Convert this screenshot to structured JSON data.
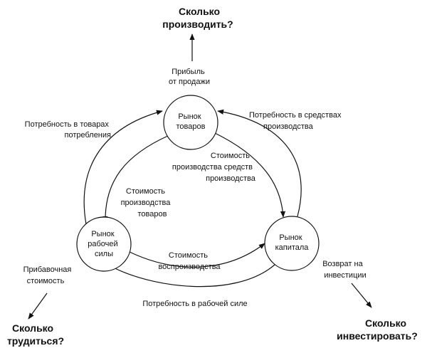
{
  "nodes": {
    "goods": [
      "Рынок",
      "товаров"
    ],
    "labor": [
      "Рынок",
      "рабочей",
      "силы"
    ],
    "capital": [
      "Рынок",
      "капитала"
    ]
  },
  "questions": {
    "produce": [
      "Сколько",
      "производить?"
    ],
    "work": [
      "Сколько",
      "трудиться?"
    ],
    "invest": [
      "Сколько",
      "инвестировать?"
    ]
  },
  "labels": {
    "profit": [
      "Прибыль",
      "от продажи"
    ],
    "consumer_need": [
      "Потребность в товарах",
      "потребления"
    ],
    "means_need": [
      "Потребность в средствах",
      "производства"
    ],
    "means_cost": [
      "Стоимость",
      "производства средств",
      "производства"
    ],
    "goods_cost": [
      "Стоимость",
      "производства",
      "товаров"
    ],
    "reproduction_cost": [
      "Стоимость",
      "воспроизводства"
    ],
    "surplus_value": [
      "Прибавочная",
      "стоимость"
    ],
    "investment_return": [
      "Возврат на",
      "инвестиции"
    ],
    "labor_need": [
      "Потребность в рабочей силе"
    ]
  },
  "colors": {
    "stroke": "#111111",
    "background": "#ffffff"
  }
}
